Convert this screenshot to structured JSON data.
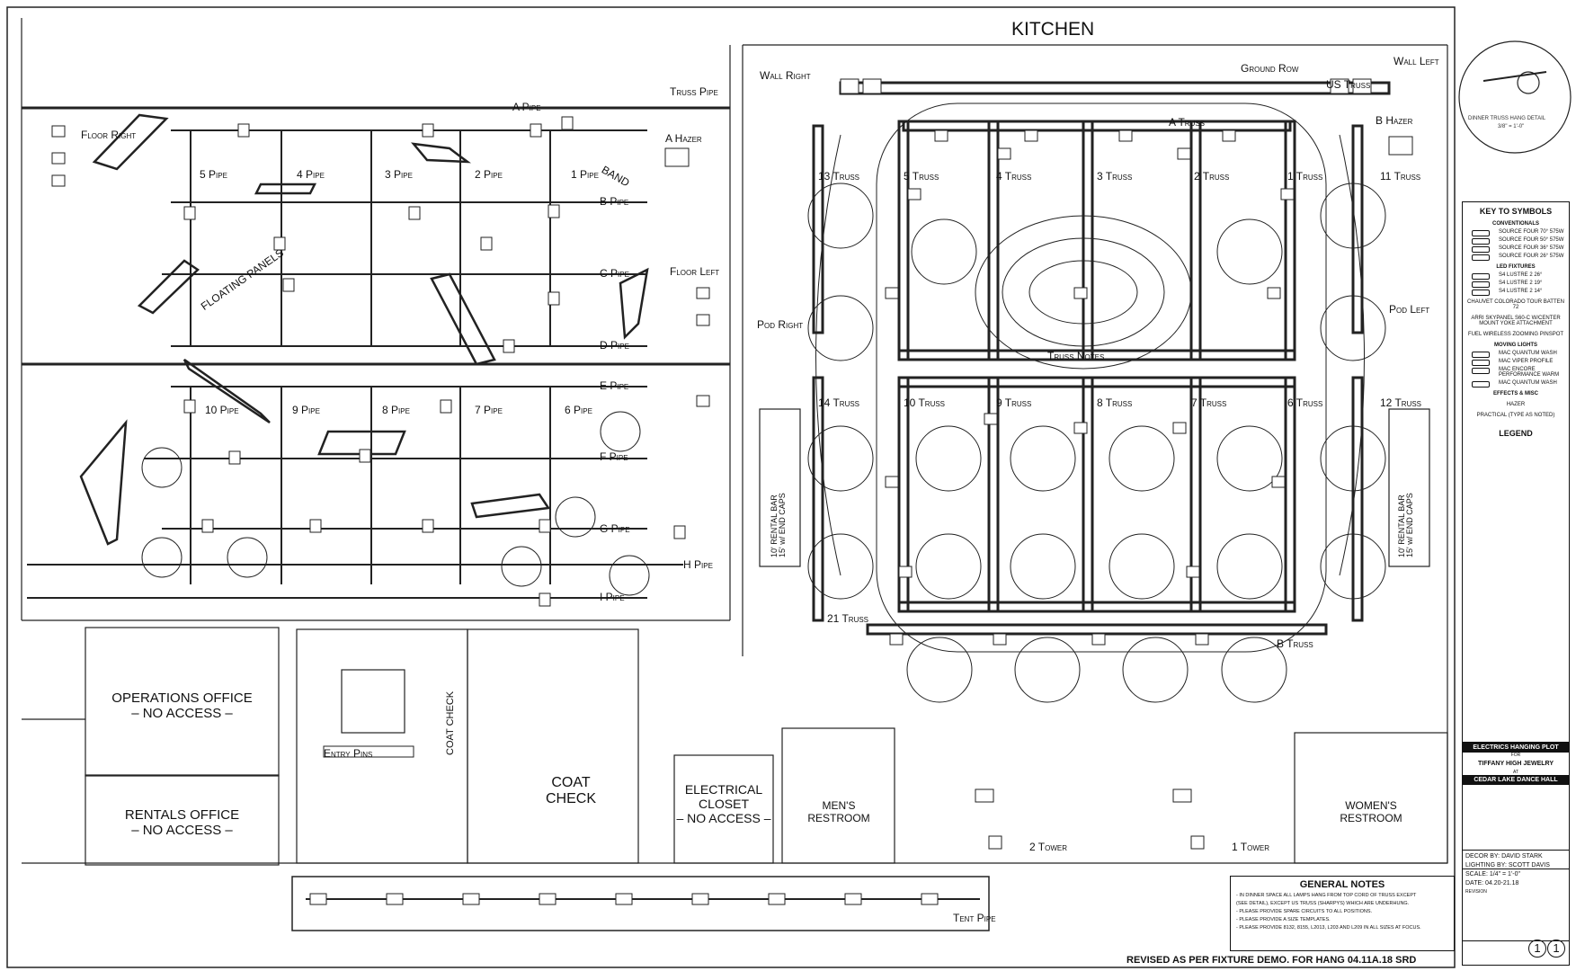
{
  "rooms": {
    "kitchen": "KITCHEN",
    "operations": "OPERATIONS OFFICE\n– NO ACCESS –",
    "rentals": "RENTALS OFFICE\n– NO ACCESS –",
    "coat_check": "COAT\nCHECK",
    "coat_check_vertical": "COAT CHECK",
    "electrical": "ELECTRICAL\nCLOSET\n– NO ACCESS –",
    "mens": "MEN'S\nRESTROOM",
    "womens": "WOMEN'S\nRESTROOM",
    "rental_bar": "10' RENTAL BAR\n15' w/ END CAPS"
  },
  "positions": {
    "floor_right": "Floor Right",
    "floor_left": "Floor Left",
    "band": "BAND",
    "floating_panels": "FLOATING PANELS",
    "a_pipe": "A Pipe",
    "b_pipe": "B Pipe",
    "c_pipe": "C Pipe",
    "d_pipe": "D Pipe",
    "e_pipe": "E Pipe",
    "f_pipe": "F Pipe",
    "g_pipe": "G Pipe",
    "h_pipe": "H Pipe",
    "i_pipe": "I Pipe",
    "p1": "1 Pipe",
    "p2": "2 Pipe",
    "p3": "3 Pipe",
    "p4": "4 Pipe",
    "p5": "5 Pipe",
    "p6": "6 Pipe",
    "p7": "7 Pipe",
    "p8": "8 Pipe",
    "p9": "9 Pipe",
    "p10": "10 Pipe",
    "a_hazer": "A Hazer",
    "b_hazer": "B Hazer",
    "truss_pipe": "Truss Pipe",
    "wall_right": "Wall Right",
    "wall_left": "Wall Left",
    "ground_row": "Ground Row",
    "us_truss": "US Truss",
    "a_truss": "A Truss",
    "b_truss": "B Truss",
    "t1": "1 Truss",
    "t2": "2 Truss",
    "t3": "3 Truss",
    "t4": "4 Truss",
    "t5": "5 Truss",
    "t6": "6 Truss",
    "t7": "7 Truss",
    "t8": "8 Truss",
    "t9": "9 Truss",
    "t10": "10 Truss",
    "t11": "11 Truss",
    "t12": "12 Truss",
    "t13": "13 Truss",
    "t14": "14 Truss",
    "t21": "21 Truss",
    "pod_right": "Pod Right",
    "pod_left": "Pod Left",
    "truss_notes": "Truss Notes",
    "entry_pins": "Entry Pins",
    "tower1": "1 Tower",
    "tower2": "2 Tower",
    "tent_pipe": "Tent Pipe"
  },
  "detail": {
    "title": "DINNER TRUSS HANG DETAIL",
    "scale": "3/8\" = 1'-0\""
  },
  "key": {
    "title": "KEY TO SYMBOLS",
    "conventionals": "CONVENTIONALS",
    "conv": [
      "SOURCE FOUR 70° 575W",
      "SOURCE FOUR 50° 575W",
      "SOURCE FOUR 36° 575W",
      "SOURCE FOUR 26° 575W"
    ],
    "led": "LED FIXTURES",
    "leds": [
      "S4 LUSTRE 2 26°",
      "S4 LUSTRE 2 19°",
      "S4 LUSTRE 2 14°"
    ],
    "chauvet": "CHAUVET COLORADO TOUR BATTEN 72",
    "arri": "ARRI SKYPANEL S60-C W/CENTER MOUNT YOKE ATTACHMENT",
    "wireless": "FUEL WIRELESS ZOOMING PINSPOT",
    "moving": "MOVING LIGHTS",
    "movers": [
      "MAC QUANTUM WASH",
      "MAC VIPER PROFILE",
      "MAC ENCORE PERFORMANCE WARM",
      "MAC QUANTUM WASH"
    ],
    "effects": "EFFECTS & MISC",
    "hazer": "HAZER",
    "practical": "PRACTICAL (TYPE AS NOTED)",
    "legend": "LEGEND"
  },
  "title_block": {
    "heading": "ELECTRICS HANGING PLOT",
    "for": "FOR",
    "client": "TIFFANY HIGH JEWELRY",
    "at": "AT",
    "venue": "CEDAR LAKE DANCE HALL",
    "decor": "DECOR BY: DAVID STARK",
    "lighting": "LIGHTING BY: SCOTT DAVIS",
    "scale": "SCALE: 1/4\" = 1'-0\"",
    "date": "DATE: 04.20-21.18",
    "revision": "REVISION",
    "sheet": "1",
    "sheet_of": "1"
  },
  "notes": {
    "title": "GENERAL NOTES",
    "items": [
      "- IN DINNER SPACE ALL LAMPS HANG FROM TOP CORD OF TRUSS EXCEPT",
      "(SEE DETAIL), EXCEPT US TRUSS (SHARPYS) WHICH ARE UNDERHUNG.",
      "- PLEASE PROVIDE SPARE CIRCUITS TO ALL POSITIONS.",
      "- PLEASE PROVIDE A SIZE TEMPLATES.",
      "- PLEASE PROVIDE 8132, 8155, L2013, L203 AND L209 IN ALL SIZES AT FOCUS."
    ]
  },
  "revised": "REVISED AS PER FIXTURE DEMO. FOR HANG 04.11A.18 SRD"
}
